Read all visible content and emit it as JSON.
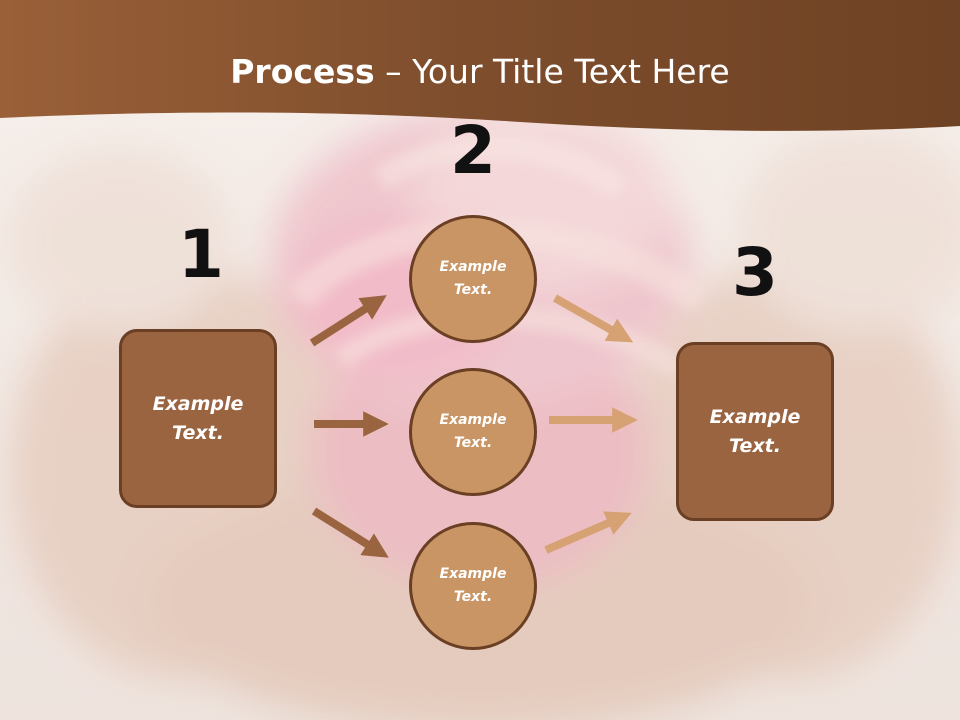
{
  "title": {
    "bold": "Process",
    "rest": " – Your Title Text Here"
  },
  "steps": [
    {
      "number": "1",
      "box_text": "Example Text."
    },
    {
      "number": "2"
    },
    {
      "number": "3",
      "box_text": "Example Text."
    }
  ],
  "circles": [
    {
      "text": "Example Text."
    },
    {
      "text": "Example Text."
    },
    {
      "text": "Example Text."
    }
  ],
  "colors": {
    "title_band": "#8a5733",
    "box_fill": "#9a6440",
    "box_border": "#6a3f23",
    "circle_fill": "#c99565",
    "arrow_dark": "#9a6440",
    "arrow_light": "#d6a274"
  }
}
